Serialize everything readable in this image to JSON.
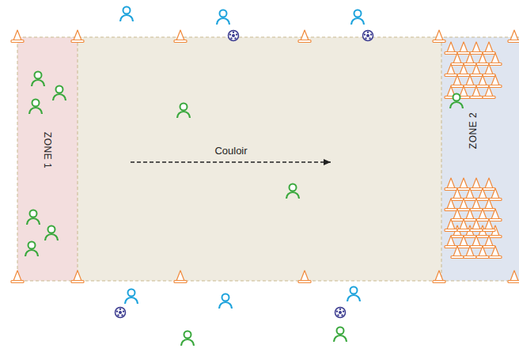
{
  "diagram": {
    "nodes": [
      {
        "text": [
          "ZONE 1"
        ]
      },
      {
        "text": [
          "Couloir"
        ]
      },
      {
        "text": [
          "ZONE 2"
        ]
      }
    ]
  }
}
